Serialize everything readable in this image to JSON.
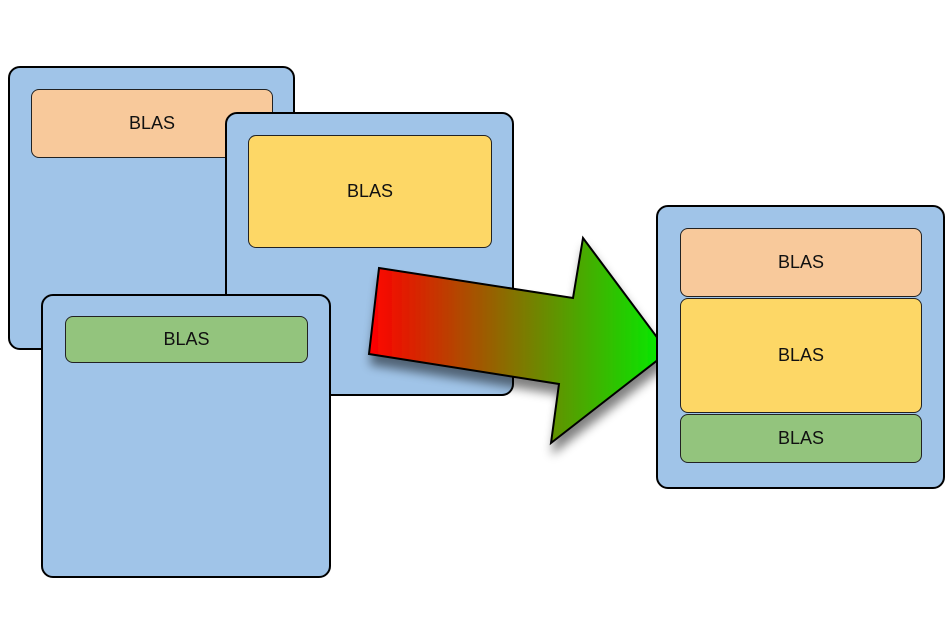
{
  "colors": {
    "buffer_bg": "#a0c4e8",
    "peach": "#f8c99b",
    "yellow": "#fdd766",
    "green": "#93c47d",
    "arrow_start": "#ff0000",
    "arrow_end": "#00ee00"
  },
  "left_buffers": [
    {
      "blas_label": "BLAS",
      "blas_color": "peach"
    },
    {
      "blas_label": "BLAS",
      "blas_color": "yellow"
    },
    {
      "blas_label": "BLAS",
      "blas_color": "green"
    }
  ],
  "merged_buffer": {
    "blas": [
      {
        "label": "BLAS",
        "color": "peach"
      },
      {
        "label": "BLAS",
        "color": "yellow"
      },
      {
        "label": "BLAS",
        "color": "green"
      }
    ]
  },
  "arrow": {
    "icon": "merge-arrow-icon"
  }
}
